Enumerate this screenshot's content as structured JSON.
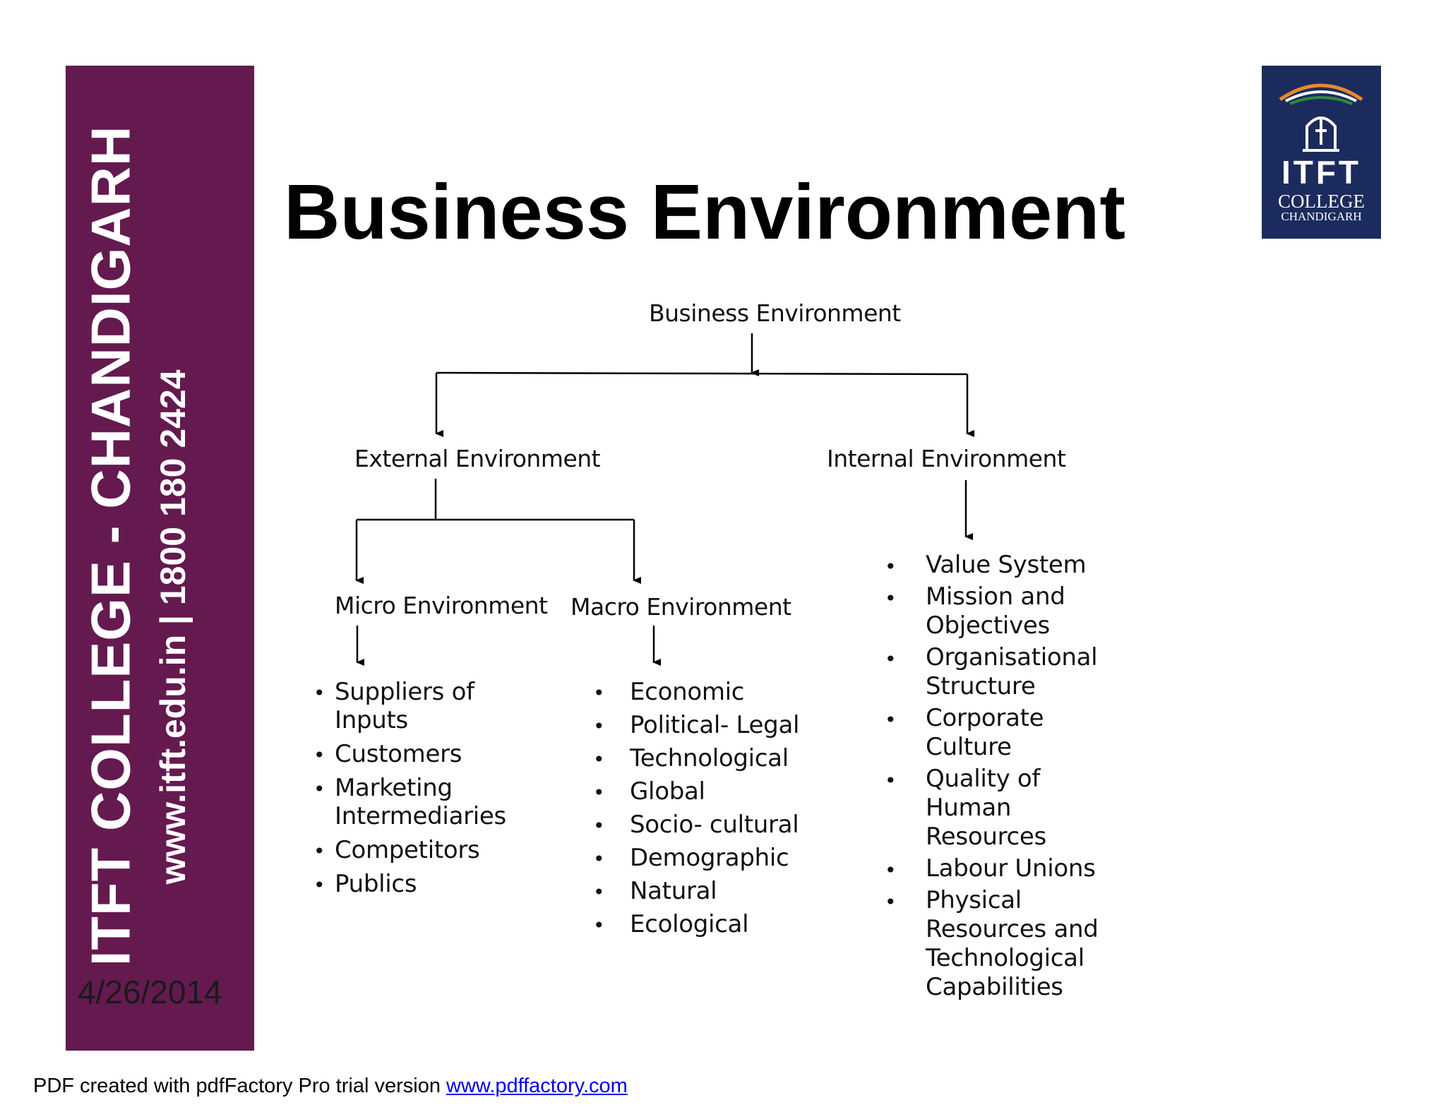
{
  "sidebar": {
    "title": "ITFT COLLEGE - CHANDIGARH",
    "contact": "www.itft.edu.in  |  1800 180 2424",
    "date": "4/26/2014",
    "color": "#641a4f"
  },
  "logo": {
    "name": "ITFT",
    "line2": "COLLEGE",
    "line3": "CHANDIGARH",
    "background": "#1c2b5e"
  },
  "slide": {
    "title": "Business Environment"
  },
  "diagram": {
    "root": "Business Environment",
    "external": "External Environment",
    "internal": "Internal Environment",
    "micro": {
      "label": "Micro Environment",
      "items": [
        "Suppliers of Inputs",
        "Customers",
        "Marketing Intermediaries",
        "Competitors",
        "Publics"
      ]
    },
    "macro": {
      "label": "Macro Environment",
      "items": [
        "Economic",
        "Political- Legal",
        "Technological",
        "Global",
        "Socio- cultural",
        "Demographic",
        "Natural",
        "Ecological"
      ]
    },
    "internal_items": [
      "Value System",
      "Mission and Objectives",
      "Organisational Structure",
      "Corporate Culture",
      "Quality of Human Resources",
      "Labour Unions",
      "Physical Resources and Technological Capabilities"
    ],
    "bullet": "•"
  },
  "footer": {
    "text": "PDF created with pdfFactory Pro trial version ",
    "link_text": "www.pdffactory.com"
  }
}
